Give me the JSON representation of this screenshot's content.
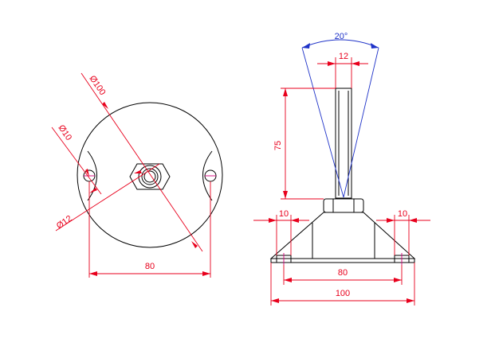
{
  "drawing": {
    "top_view": {
      "dims": {
        "dia_plate": "Ø100",
        "dia_hole": "Ø10",
        "dia_counterbore": "Ø12",
        "hole_spacing": "80"
      }
    },
    "side_view": {
      "dims": {
        "angle": "20°",
        "thread_dia": "12",
        "thread_length": "75",
        "flange_left": "10",
        "flange_right": "10",
        "hole_spacing": "80",
        "base_width": "100"
      }
    }
  },
  "colors": {
    "part": "#000000",
    "dimension": "#e8001c",
    "angle_dimension": "#1e32c8",
    "centerline": "#d4007a"
  }
}
